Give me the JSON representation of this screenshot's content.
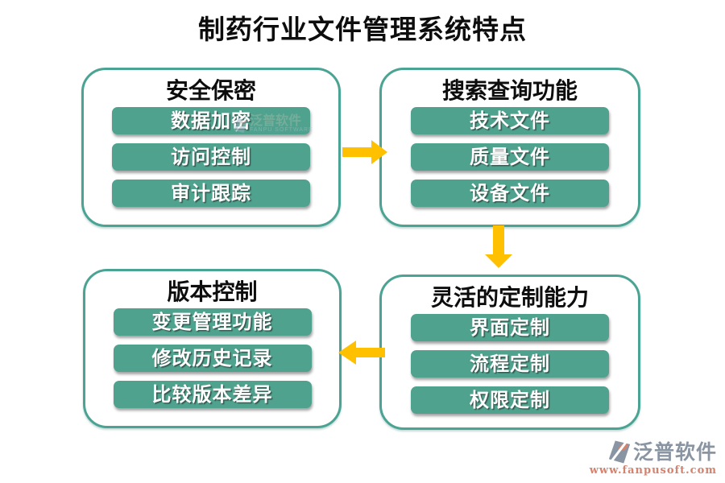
{
  "title": "制药行业文件管理系统特点",
  "boxes": [
    {
      "heading": "安全保密",
      "items": [
        "数据加密",
        "访问控制",
        "审计跟踪"
      ]
    },
    {
      "heading": "搜索查询功能",
      "items": [
        "技术文件",
        "质量文件",
        "设备文件"
      ]
    },
    {
      "heading": "版本控制",
      "items": [
        "变更管理功能",
        "修改历史记录",
        "比较版本差异"
      ]
    },
    {
      "heading": "灵活的定制能力",
      "items": [
        "界面定制",
        "流程定制",
        "权限定制"
      ]
    }
  ],
  "watermark": {
    "name": "泛普软件",
    "sub": "FANPU SOFTWARE"
  },
  "logo": {
    "name": "泛普软件",
    "url": "www.fanpusoft.com"
  },
  "colors": {
    "pill_teal": "#4FA28E",
    "border_teal": "#4AA393",
    "arrow_gold": "#FFC000",
    "title_black": "#0D0D0D",
    "logo_gray": "#8A95A3",
    "logo_coral": "#D5826E"
  }
}
